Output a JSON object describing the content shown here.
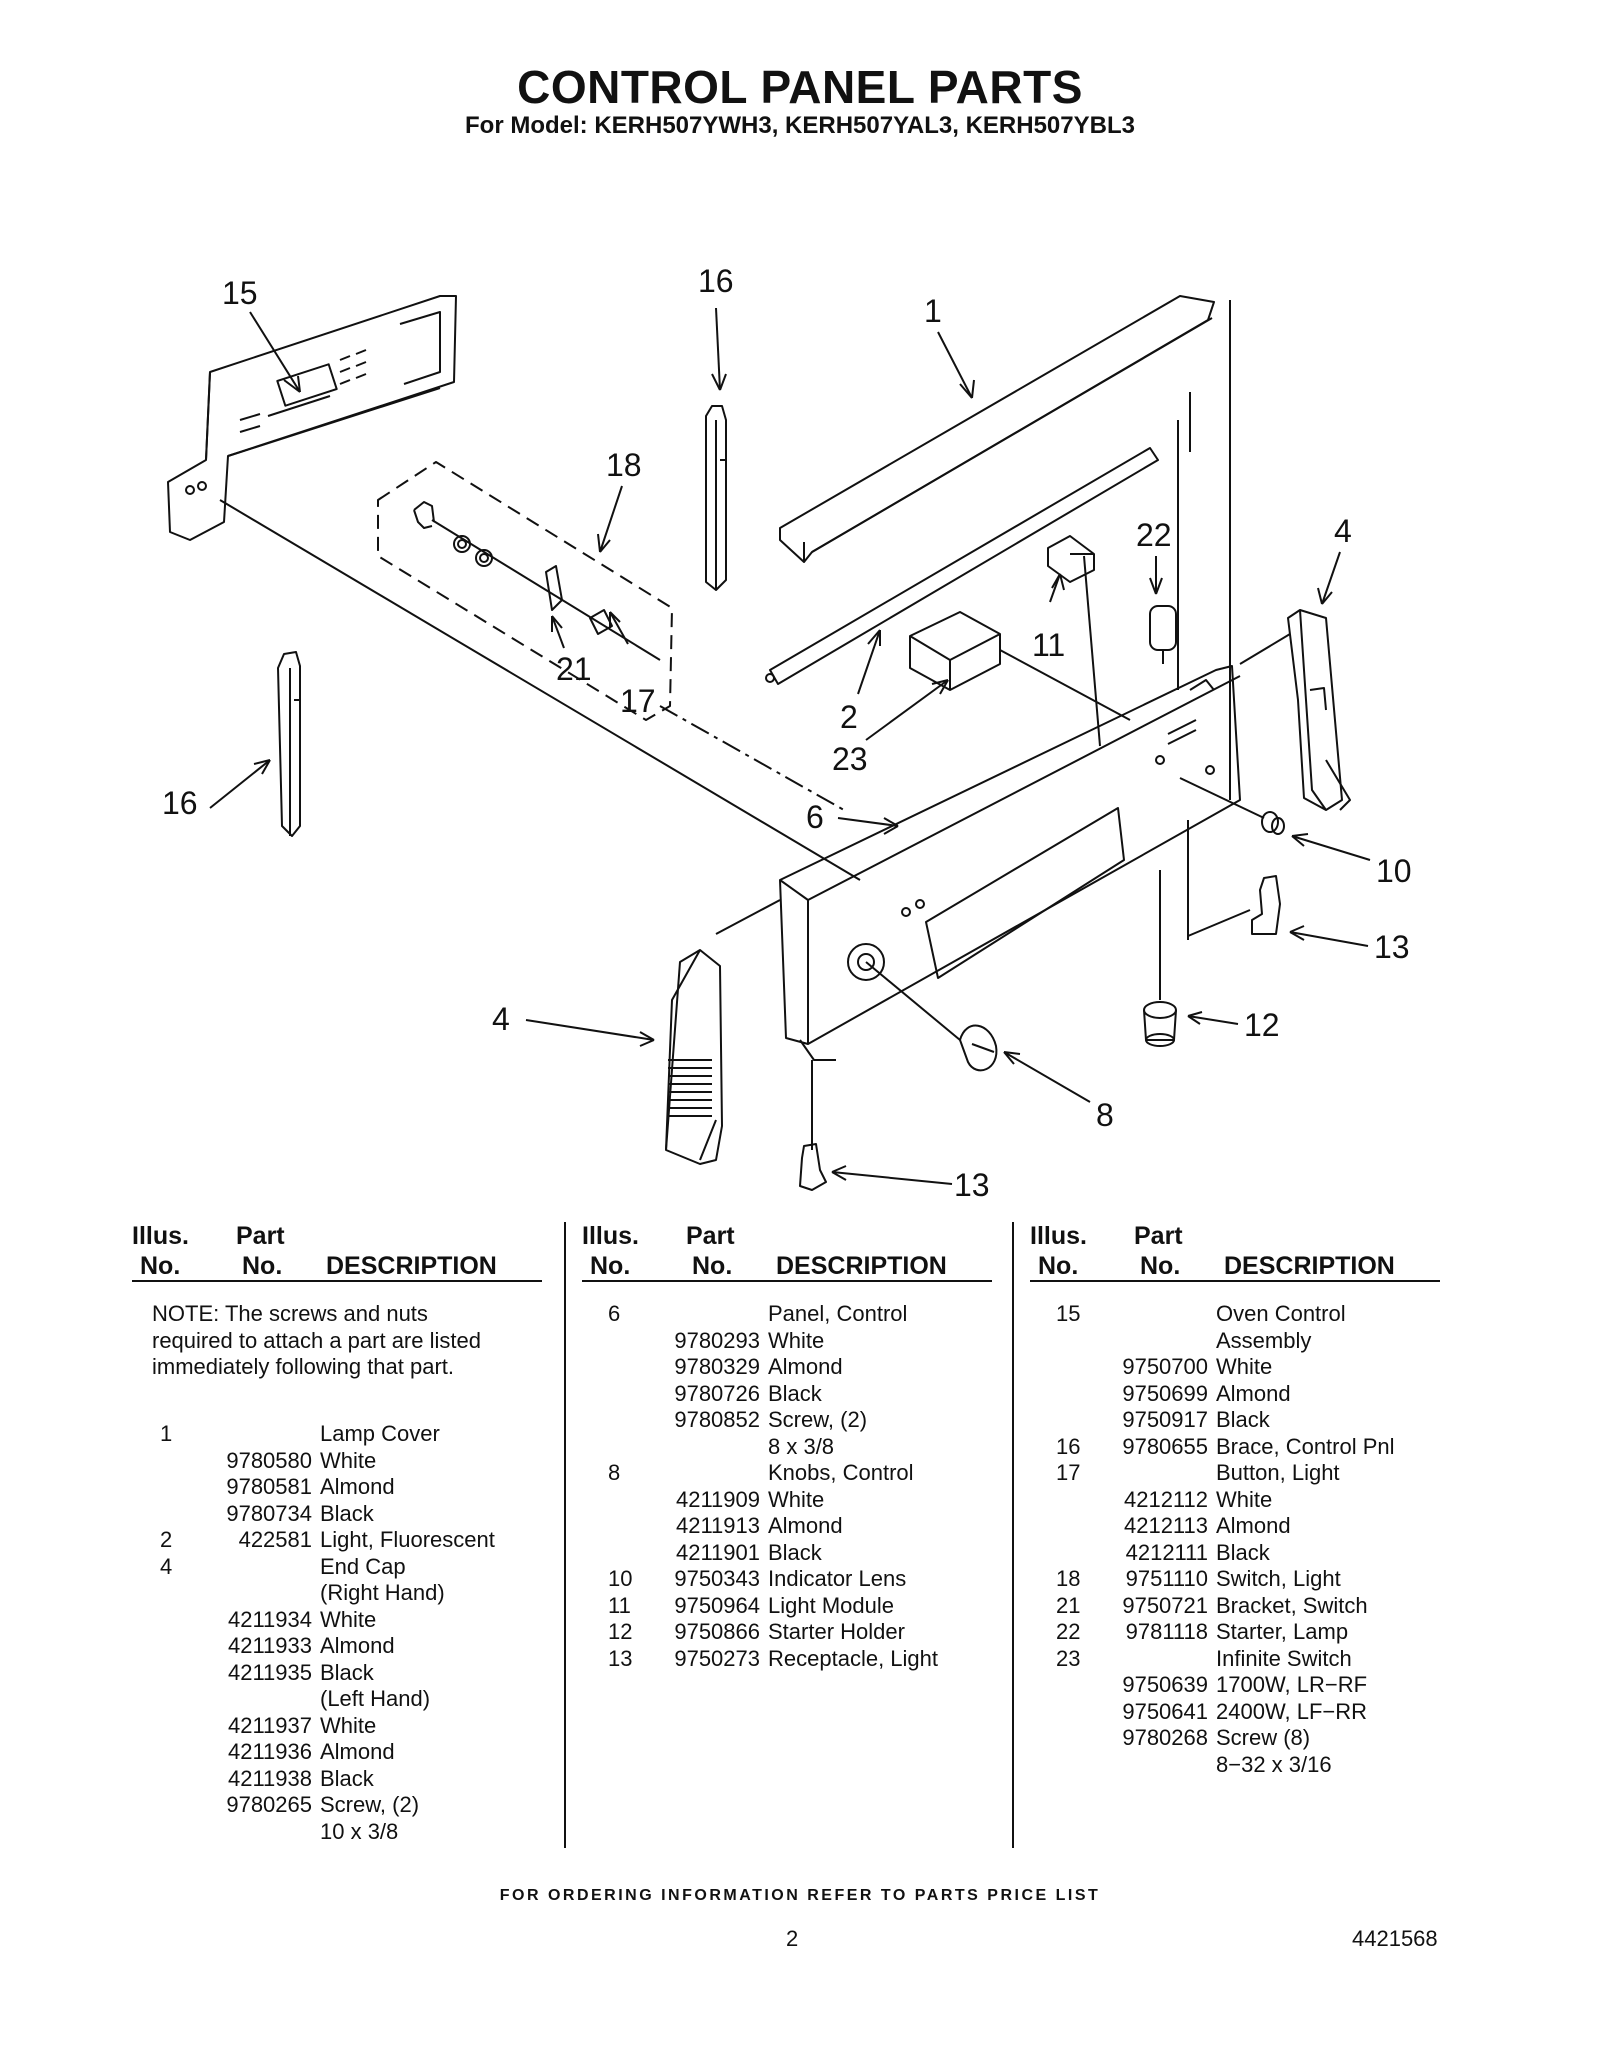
{
  "header": {
    "title": "CONTROL PANEL PARTS",
    "subtitle": "For Model: KERH507YWH3, KERH507YAL3, KERH507YBL3"
  },
  "diagram": {
    "callouts": [
      "15",
      "16",
      "1",
      "18",
      "22",
      "4",
      "21",
      "17",
      "11",
      "2",
      "23",
      "16",
      "6",
      "10",
      "13",
      "4",
      "12",
      "8",
      "13"
    ]
  },
  "table": {
    "header": {
      "illus": "Illus.",
      "no_a": "No.",
      "part": "Part",
      "no_b": "No.",
      "description": "DESCRIPTION"
    },
    "note": "NOTE: The screws and nuts required to attach a part are listed immediately following that part.",
    "columns": [
      [
        {
          "illus": "1",
          "part": "",
          "desc": "Lamp Cover"
        },
        {
          "illus": "",
          "part": "9780580",
          "desc": "White"
        },
        {
          "illus": "",
          "part": "9780581",
          "desc": "Almond"
        },
        {
          "illus": "",
          "part": "9780734",
          "desc": "Black"
        },
        {
          "illus": "2",
          "part": "422581",
          "desc": "Light, Fluorescent"
        },
        {
          "illus": "4",
          "part": "",
          "desc": "End Cap"
        },
        {
          "illus": "",
          "part": "",
          "desc": "(Right Hand)"
        },
        {
          "illus": "",
          "part": "4211934",
          "desc": "White"
        },
        {
          "illus": "",
          "part": "4211933",
          "desc": "Almond"
        },
        {
          "illus": "",
          "part": "4211935",
          "desc": "Black"
        },
        {
          "illus": "",
          "part": "",
          "desc": "(Left Hand)"
        },
        {
          "illus": "",
          "part": "4211937",
          "desc": "White"
        },
        {
          "illus": "",
          "part": "4211936",
          "desc": "Almond"
        },
        {
          "illus": "",
          "part": "4211938",
          "desc": "Black"
        },
        {
          "illus": "",
          "part": "9780265",
          "desc": "Screw, (2)"
        },
        {
          "illus": "",
          "part": "",
          "desc": "10 x 3/8"
        }
      ],
      [
        {
          "illus": "6",
          "part": "",
          "desc": "Panel, Control"
        },
        {
          "illus": "",
          "part": "9780293",
          "desc": "White"
        },
        {
          "illus": "",
          "part": "9780329",
          "desc": "Almond"
        },
        {
          "illus": "",
          "part": "9780726",
          "desc": "Black"
        },
        {
          "illus": "",
          "part": "9780852",
          "desc": "Screw, (2)"
        },
        {
          "illus": "",
          "part": "",
          "desc": "8 x 3/8"
        },
        {
          "illus": "8",
          "part": "",
          "desc": "Knobs, Control"
        },
        {
          "illus": "",
          "part": "4211909",
          "desc": "White"
        },
        {
          "illus": "",
          "part": "4211913",
          "desc": "Almond"
        },
        {
          "illus": "",
          "part": "4211901",
          "desc": "Black"
        },
        {
          "illus": "10",
          "part": "9750343",
          "desc": "Indicator Lens"
        },
        {
          "illus": "11",
          "part": "9750964",
          "desc": "Light Module"
        },
        {
          "illus": "12",
          "part": "9750866",
          "desc": "Starter Holder"
        },
        {
          "illus": "13",
          "part": "9750273",
          "desc": "Receptacle, Light"
        }
      ],
      [
        {
          "illus": "15",
          "part": "",
          "desc": "Oven Control"
        },
        {
          "illus": "",
          "part": "",
          "desc": "Assembly"
        },
        {
          "illus": "",
          "part": "9750700",
          "desc": "White"
        },
        {
          "illus": "",
          "part": "9750699",
          "desc": "Almond"
        },
        {
          "illus": "",
          "part": "9750917",
          "desc": "Black"
        },
        {
          "illus": "16",
          "part": "9780655",
          "desc": "Brace, Control Pnl"
        },
        {
          "illus": "17",
          "part": "",
          "desc": "Button, Light"
        },
        {
          "illus": "",
          "part": "4212112",
          "desc": "White"
        },
        {
          "illus": "",
          "part": "4212113",
          "desc": "Almond"
        },
        {
          "illus": "",
          "part": "4212111",
          "desc": "Black"
        },
        {
          "illus": "18",
          "part": "9751110",
          "desc": "Switch, Light"
        },
        {
          "illus": "21",
          "part": "9750721",
          "desc": "Bracket, Switch"
        },
        {
          "illus": "22",
          "part": "9781118",
          "desc": "Starter, Lamp"
        },
        {
          "illus": "23",
          "part": "",
          "desc": "Infinite Switch"
        },
        {
          "illus": "",
          "part": "9750639",
          "desc": "1700W, LR−RF"
        },
        {
          "illus": "",
          "part": "9750641",
          "desc": "2400W, LF−RR"
        },
        {
          "illus": "",
          "part": "9780268",
          "desc": "Screw (8)"
        },
        {
          "illus": "",
          "part": "",
          "desc": "8−32 x 3/16"
        }
      ]
    ]
  },
  "footer": {
    "ordering_info": "FOR ORDERING INFORMATION REFER TO PARTS PRICE LIST",
    "page_number": "2",
    "document_number": "4421568"
  }
}
